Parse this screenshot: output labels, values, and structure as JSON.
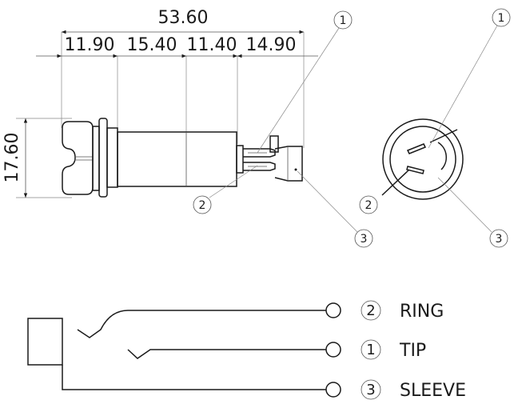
{
  "dimensions": {
    "overall": "53.60",
    "seg1": "11.90",
    "seg2": "15.40",
    "seg3": "11.40",
    "seg4": "14.90",
    "height": "17.60"
  },
  "callouts": {
    "side_1": "1",
    "side_2": "2",
    "side_3": "3",
    "front_1": "1",
    "front_2": "2",
    "front_3": "3"
  },
  "schematic": {
    "rows": [
      {
        "number": "2",
        "label": "RING"
      },
      {
        "number": "1",
        "label": "TIP"
      },
      {
        "number": "3",
        "label": "SLEEVE"
      }
    ]
  }
}
